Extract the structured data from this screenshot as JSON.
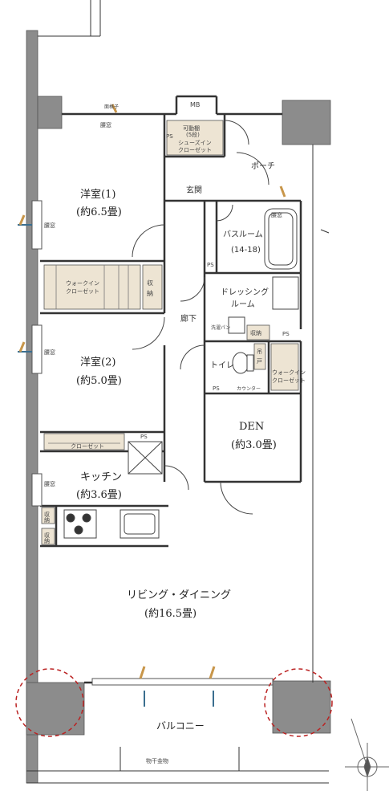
{
  "rooms": {
    "western1_name": "洋室(1)",
    "western1_size": "(約6.5畳)",
    "western2_name": "洋室(2)",
    "western2_size": "(約5.0畳)",
    "kitchen_name": "キッチン",
    "kitchen_size": "(約3.6畳)",
    "living_name": "リビング・ダイニング",
    "living_size": "(約16.5畳)",
    "den_name": "DEN",
    "den_size": "(約3.0畳)",
    "bath_name": "バスルーム",
    "bath_size": "(14-18)",
    "dressing_name1": "ドレッシング",
    "dressing_name2": "ルーム",
    "toilet_name": "トイレ",
    "entrance_name": "玄関",
    "porch_name": "ポーチ",
    "hallway_name": "廊下",
    "balcony_name": "バルコニー"
  },
  "storage": {
    "mb": "MB",
    "ps": "PS",
    "movable_shelf": "可動棚",
    "movable_shelf_count": "(5段)",
    "shoes_in_1": "シューズイン",
    "shoes_in_2": "クローゼット",
    "walkin_1": "ウォークイン",
    "walkin_2": "クローゼット",
    "shelf": "棚",
    "storage_1": "収",
    "storage_2": "納",
    "storage_word": "収納",
    "closet": "クローゼット",
    "washer_pan": "洗濯パン",
    "counter": "カウンター",
    "hang_1": "吊",
    "hang_2": "戸",
    "laundry_rod": "物干金物"
  },
  "windows": {
    "small_window": "腰窓",
    "hatch_window": "面格子",
    "small_window_top": "腰窓"
  }
}
